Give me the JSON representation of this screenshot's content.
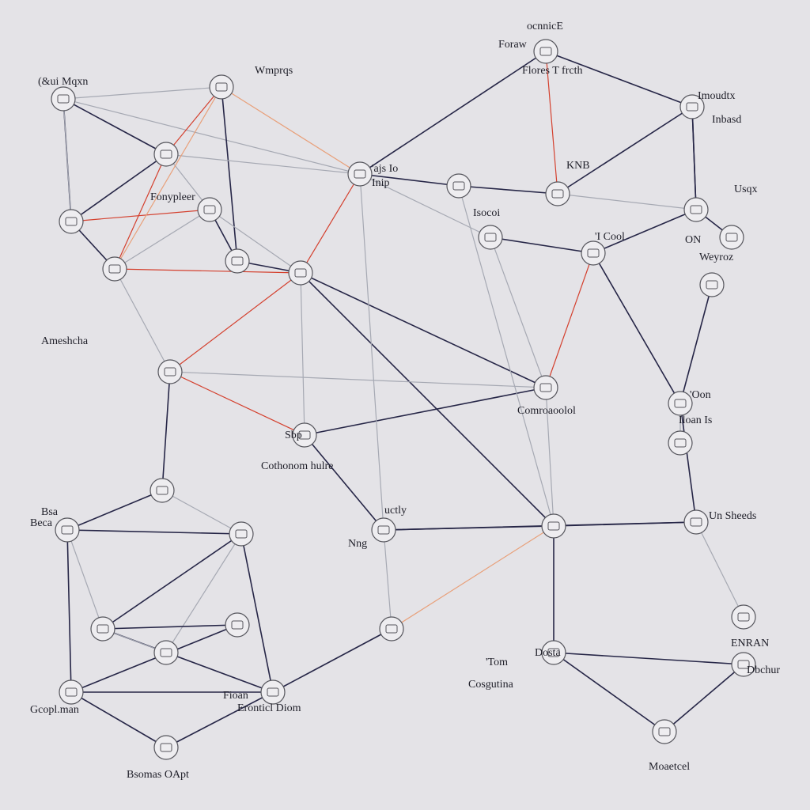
{
  "colors": {
    "background": "#e4e3e7",
    "edge_dark": "#262647",
    "edge_gray": "#a6a9b3",
    "edge_red": "#d4402e",
    "edge_orange": "#e8a07a",
    "node_fill": "#eeedf0",
    "node_stroke": "#55555c"
  },
  "labels": {
    "top_left_group": "(&ui Mqxn",
    "top_center_group": "Wmprqs",
    "top_right_tag": "ocnnicE",
    "top_right_lower": "Foraw",
    "top_right_sub": "Flores T frcth",
    "right_upper_a": "Imoudtx",
    "right_upper_b": "Inbasd",
    "center_top_tag": "'ajs Io",
    "center_top_sub": "Inip",
    "right_mid_tag": "KNB",
    "right_mid_sub": "Isocoi",
    "right_mid_cool": "'I Cool",
    "far_right_a": "Usqx",
    "far_right_b": "ON",
    "far_right_c": "Weyroz",
    "left_mid_tag": "Fonypleer",
    "left_low": "Ameshcha",
    "center_small": "Sbp",
    "center_lower": "Cothonom hulre",
    "right_center": "Comroaoolol",
    "right_lower_a": "'Oon",
    "right_lower_b": "Iloan Is",
    "center_right_small": "uctly",
    "center_right_ng": "Nng",
    "right_sheets": "Un Sheeds",
    "left_bottom_tag": "Bsa",
    "left_bottom_tag2": "Beca",
    "bottom_right_a": "ENRAN",
    "bottom_right_b": "Dbchur",
    "bottom_center_a": "'Tom",
    "bottom_center_b": "Cosgutina",
    "bottom_left_a": "Gcopl.man",
    "bottom_left_b": "Fioan",
    "bottom_left_c": "Eronticl Diom",
    "bottom_left_d": "Bsomas OApt",
    "bottom_right_c": "Moaetcel",
    "bottom_center_small": "Dosta"
  }
}
